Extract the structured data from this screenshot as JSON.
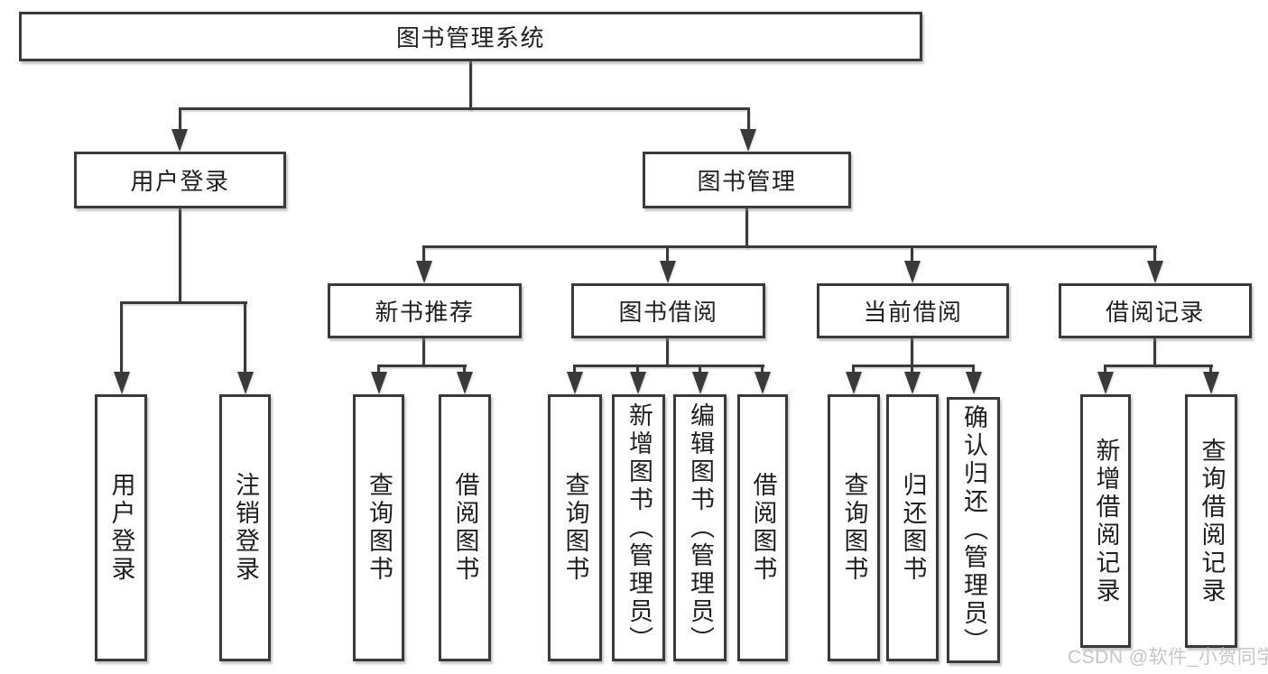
{
  "diagram_title": "图书管理系统",
  "nodes": {
    "root": "图书管理系统",
    "user_login": "用户登录",
    "book_mgmt": "图书管理",
    "new_book": "新书推荐",
    "book_borrow": "图书借阅",
    "current_borrow": "当前借阅",
    "borrow_record": "借阅记录",
    "login_leaf": "用户登录",
    "logout_leaf": "注销登录",
    "nb_query": "查询图书",
    "nb_borrow": "借阅图书",
    "bb_query": "查询图书",
    "bb_add": "新增图书（管理员）",
    "bb_edit": "编辑图书（管理员）",
    "bb_borrow": "借阅图书",
    "cb_query": "查询图书",
    "cb_return": "归还图书",
    "cb_confirm": "确认归还（管理员）",
    "br_add": "新增借阅记录",
    "br_query": "查询借阅记录"
  },
  "edges": [
    [
      "图书管理系统",
      "用户登录"
    ],
    [
      "图书管理系统",
      "图书管理"
    ],
    [
      "用户登录",
      "用户登录"
    ],
    [
      "用户登录",
      "注销登录"
    ],
    [
      "图书管理",
      "新书推荐"
    ],
    [
      "图书管理",
      "图书借阅"
    ],
    [
      "图书管理",
      "当前借阅"
    ],
    [
      "图书管理",
      "借阅记录"
    ],
    [
      "新书推荐",
      "查询图书"
    ],
    [
      "新书推荐",
      "借阅图书"
    ],
    [
      "图书借阅",
      "查询图书"
    ],
    [
      "图书借阅",
      "新增图书（管理员）"
    ],
    [
      "图书借阅",
      "编辑图书（管理员）"
    ],
    [
      "图书借阅",
      "借阅图书"
    ],
    [
      "当前借阅",
      "查询图书"
    ],
    [
      "当前借阅",
      "归还图书"
    ],
    [
      "当前借阅",
      "确认归还（管理员）"
    ],
    [
      "借阅记录",
      "新增借阅记录"
    ],
    [
      "借阅记录",
      "查询借阅记录"
    ]
  ],
  "watermark": "CSDN @软件_小贺同学",
  "colors": {
    "line": "#3a3a3a",
    "text": "#1f1f1f",
    "background": "#ffffff",
    "watermark": "#c2c6ca"
  }
}
